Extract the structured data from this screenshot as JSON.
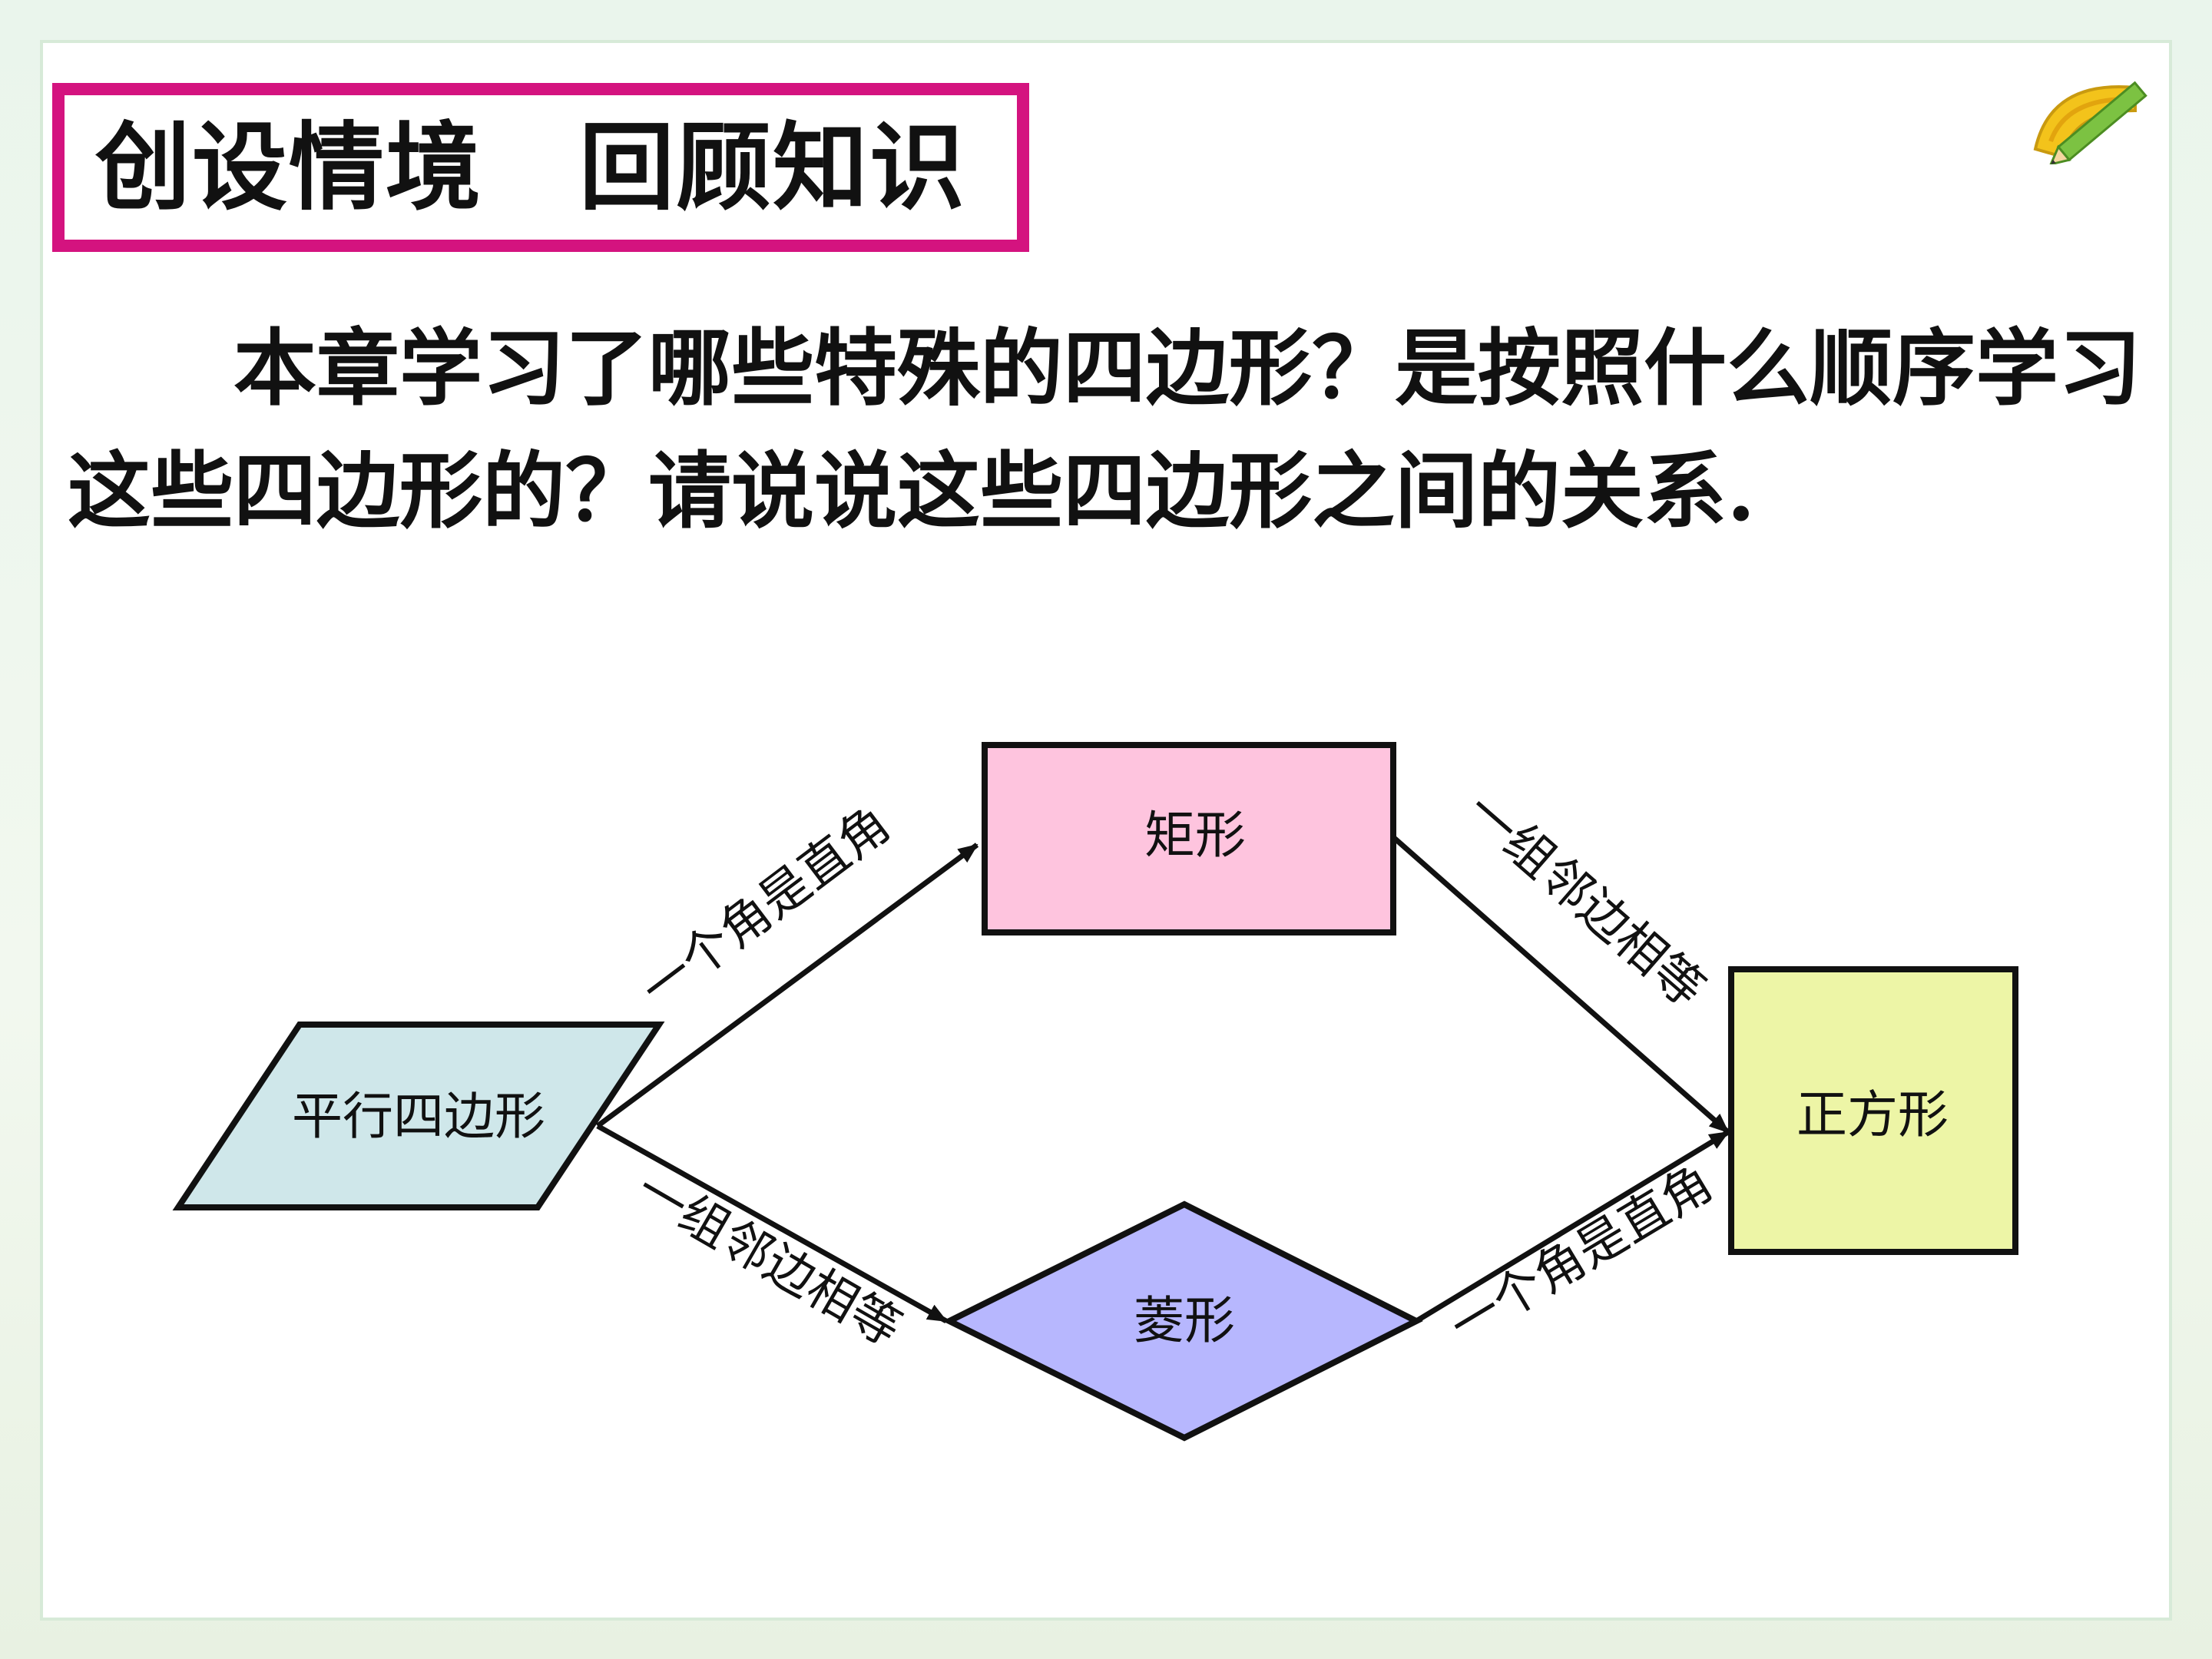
{
  "slide": {
    "title": "创设情境　回顾知识",
    "question": "本章学习了哪些特殊的四边形？是按照什么顺序学习这些四边形的？请说说这些四边形之间的关系."
  },
  "diagram": {
    "nodes": {
      "parallelogram": "平行四边形",
      "rectangle": "矩形",
      "rhombus": "菱形",
      "square": "正方形"
    },
    "edges": {
      "parallelogram_to_rectangle": "一个角是直角",
      "parallelogram_to_rhombus": "一组邻边相等",
      "rectangle_to_square": "一组邻边相等",
      "rhombus_to_square": "一个角是直角"
    },
    "colors": {
      "parallelogram": "#cfe7ea",
      "rectangle": "#fec4de",
      "rhombus": "#b7b7fe",
      "square": "#edf5a6",
      "title_border": "#d4137f"
    }
  }
}
